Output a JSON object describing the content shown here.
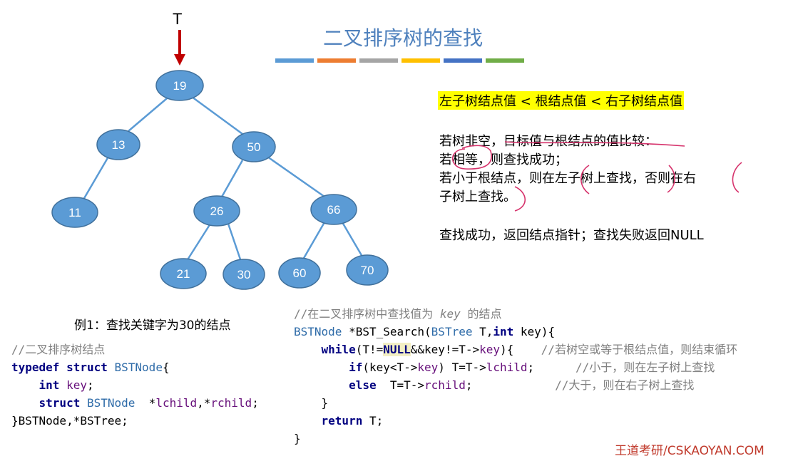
{
  "title": "二叉排序树的查找",
  "color_bar": [
    "#5b9bd5",
    "#ed7d31",
    "#a5a5a5",
    "#ffc000",
    "#4472c4",
    "#70ad47"
  ],
  "root_label": "T",
  "tree": {
    "nodes": [
      "19",
      "13",
      "50",
      "11",
      "26",
      "66",
      "21",
      "30",
      "60",
      "70"
    ]
  },
  "rule_line": "左子树结点值 < 根结点值 < 右子树结点值",
  "desc": [
    "若树非空，目标值与根结点的值比较：",
    "若相等，则查找成功；",
    "若小于根结点，则在左子树上查找，否则在右",
    "子树上查找。"
  ],
  "result_line": "查找成功，返回结点指针；查找失败返回NULL",
  "example_text": "例1：查找关键字为30的结点",
  "code_left": {
    "comment": "//二叉排序树结点",
    "kw_typedef": "typedef",
    "kw_struct": "struct",
    "type_bstnode": "BSTNode",
    "brace_open": "{",
    "kw_int": "int",
    "field_key": "key",
    "semi": ";",
    "kw_struct2": "struct",
    "type_bstnode2": "BSTNode",
    "star_l": "*",
    "field_lchild": "lchild",
    "comma": ",",
    "star_r": "*",
    "field_rchild": "rchild",
    "semi2": ";",
    "closing": "}BSTNode,*BSTree;"
  },
  "code_right": {
    "comment_pre": "//在二叉排序树中查找值为 ",
    "comment_key": "key",
    "comment_post": " 的结点",
    "sig_type": "BSTNode",
    "sig_mid": " *BST_Search(",
    "sig_param_type": "BSTree",
    "sig_mid2": " T,",
    "sig_int": "int",
    "sig_end": " key){",
    "kw_while": "while",
    "while_a": "(T!=",
    "null_kw": "NULL",
    "while_b": "&&key!=T->",
    "while_key": "key",
    "while_c": "){",
    "while_comment": "//若树空或等于根结点值，则结束循环",
    "kw_if": "if",
    "if_a": "(key<T->",
    "if_key": "key",
    "if_b": ") T=T->",
    "if_lchild": "lchild",
    "if_c": ";",
    "if_comment": "//小于，则在左子树上查找",
    "kw_else": "else",
    "else_a": "  T=T->",
    "else_rchild": "rchild",
    "else_c": ";",
    "else_comment": "//大于，则在右子树上查找",
    "inner_close": "}",
    "kw_return": "return",
    "return_rest": " T;",
    "outer_close": "}"
  },
  "brand": "王道考研/CSKAOYAN.COM"
}
